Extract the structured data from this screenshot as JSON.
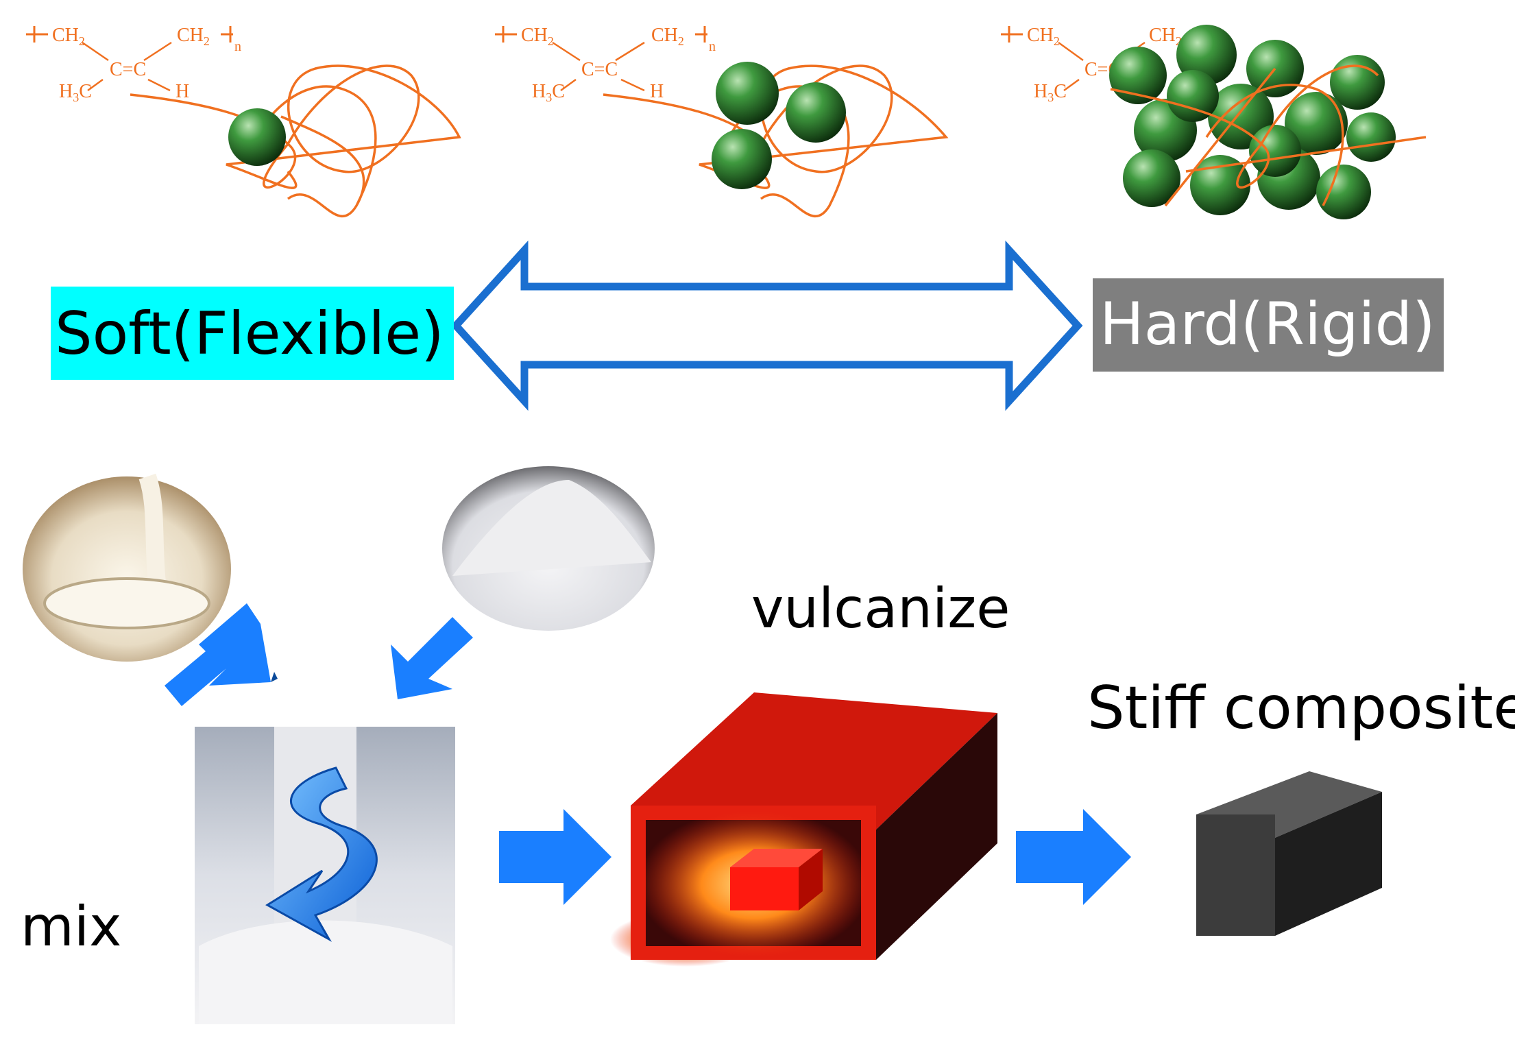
{
  "polymer": {
    "ch2": "CH",
    "sub2": "2",
    "eq": "C=C",
    "h3": "H",
    "sub3": "3",
    "c": "C",
    "h": "H",
    "n": "n"
  },
  "labels": {
    "soft": "Soft(Flexible)",
    "hard": "Hard(Rigid)",
    "vulcanize": "vulcanize",
    "stiff": "Stiff composite",
    "mix": "mix"
  },
  "colors": {
    "chain": "#f07020",
    "filler": "#2e7d32",
    "soft_bg": "#00ffff",
    "hard_bg": "#7f7f7f",
    "arrow_outline": "#1a6fd0",
    "process_arrow": "#1a7fff",
    "oven": "#e52010",
    "composite": "#3a3a3a"
  },
  "icons": [
    "polymer-chain",
    "filler-sphere",
    "double-arrow",
    "latex-photo",
    "powder-photo",
    "mixing-swirl",
    "oven-box",
    "composite-block"
  ]
}
